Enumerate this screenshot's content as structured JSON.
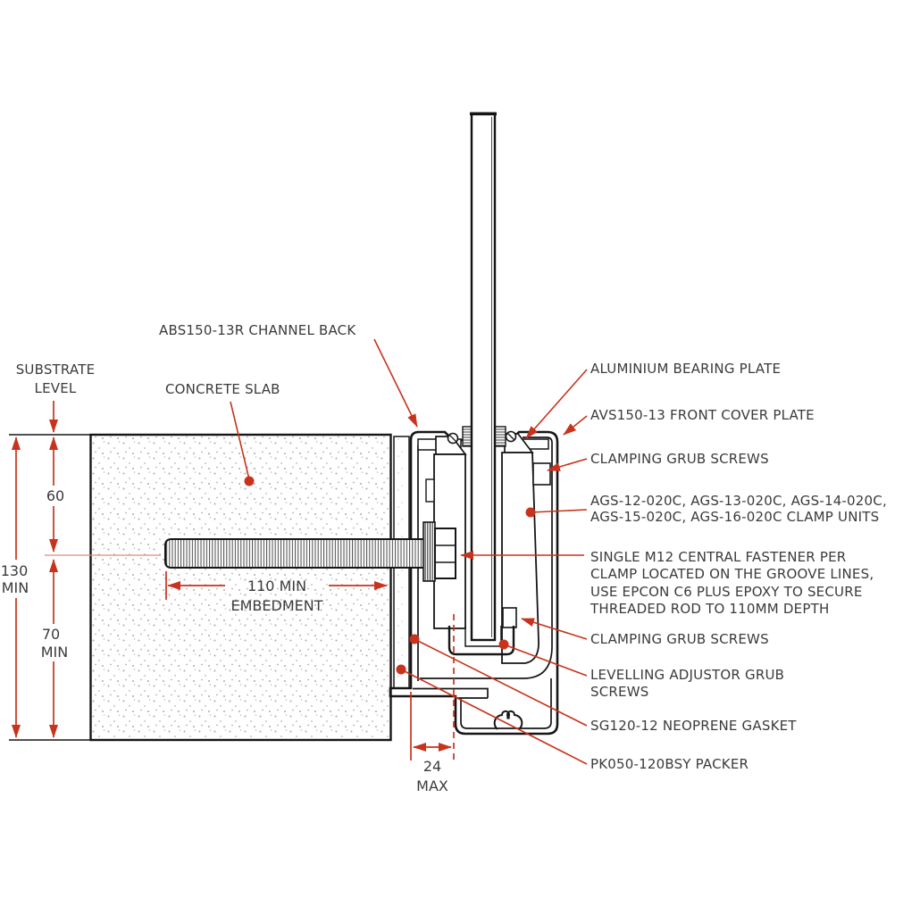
{
  "drawing": {
    "labels": {
      "substrate_level": {
        "l1": "SUBSTRATE",
        "l2": "LEVEL"
      },
      "concrete_slab": "CONCRETE SLAB",
      "channel_back": "ABS150-13R CHANNEL BACK"
    },
    "dimensions": {
      "d130": {
        "v": "130",
        "s": "MIN"
      },
      "d60": {
        "v": "60"
      },
      "d70": {
        "v": "70",
        "s": "MIN"
      },
      "d110": {
        "l1": "110 MIN",
        "l2": "EMBEDMENT"
      },
      "d24": {
        "v": "24",
        "s": "MAX"
      }
    },
    "callouts": [
      {
        "lines": [
          "ALUMINIUM BEARING PLATE"
        ]
      },
      {
        "lines": [
          "AVS150-13 FRONT COVER PLATE"
        ]
      },
      {
        "lines": [
          "CLAMPING GRUB SCREWS"
        ]
      },
      {
        "lines": [
          "AGS-12-020C, AGS-13-020C, AGS-14-020C,",
          "AGS-15-020C, AGS-16-020C CLAMP UNITS"
        ]
      },
      {
        "lines": [
          "SINGLE M12 CENTRAL FASTENER PER",
          "CLAMP LOCATED ON THE GROOVE LINES,",
          "USE EPCON C6 PLUS EPOXY TO SECURE",
          "THREADED ROD TO 110MM DEPTH"
        ]
      },
      {
        "lines": [
          "CLAMPING GRUB SCREWS"
        ]
      },
      {
        "lines": [
          "LEVELLING ADJUSTOR GRUB",
          "SCREWS"
        ]
      },
      {
        "lines": [
          "SG120-12 NEOPRENE GASKET"
        ]
      },
      {
        "lines": [
          "PK050-120BSY PACKER"
        ]
      }
    ],
    "colors": {
      "leader": "#c7331d",
      "line": "#161616",
      "text": "#3b3b3b"
    }
  }
}
